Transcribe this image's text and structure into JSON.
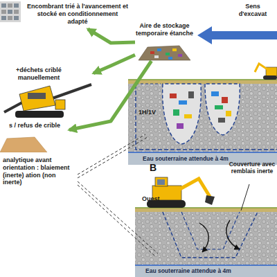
{
  "diagram": {
    "nodes": [
      {
        "text": [
          "Encombrant trié à l'avancement et stocké en conditionnement adapté"
        ]
      },
      {
        "text": [
          "Aire de stockage temporaire étanche"
        ]
      },
      {
        "text": [
          "+déchets criblé manuellement"
        ]
      },
      {
        "text": [
          "s / refus de crible"
        ]
      }
    ],
    "edges": [
      {
        "from": 1,
        "to": 0,
        "arrow": "to"
      },
      {
        "from": 1,
        "to": 2,
        "arrow": "to"
      },
      {
        "from": 1,
        "to": 3,
        "arrow": "to"
      }
    ],
    "labels": [
      "Sens d'excavat",
      "1H/1V",
      "Eau souterraine attendue à 4m",
      "B",
      "Ouest",
      "Couverture avec remblais inerte",
      "Eau souterraine attendue à 4m",
      "analytique avant orientation : blaiement (inerte) ation (non inerte)"
    ]
  }
}
